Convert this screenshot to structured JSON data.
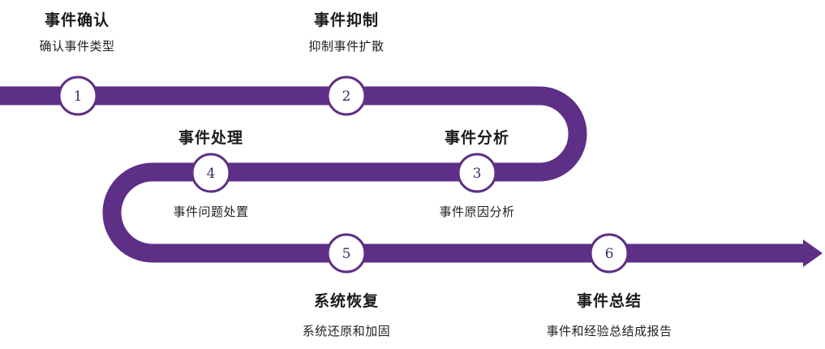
{
  "colors": {
    "path": "#5e2f86",
    "node_fill": "#ffffff",
    "node_stroke": "#ffffff",
    "text": "#1a1a1a"
  },
  "steps": [
    {
      "num": "1",
      "title": "事件确认",
      "sub": "确认事件类型"
    },
    {
      "num": "2",
      "title": "事件抑制",
      "sub": "抑制事件扩散"
    },
    {
      "num": "3",
      "title": "事件分析",
      "sub": "事件原因分析"
    },
    {
      "num": "4",
      "title": "事件处理",
      "sub": "事件问题处置"
    },
    {
      "num": "5",
      "title": "系统恢复",
      "sub": "系统还原和加固"
    },
    {
      "num": "6",
      "title": "事件总结",
      "sub": "事件和经验总结成报告"
    }
  ]
}
